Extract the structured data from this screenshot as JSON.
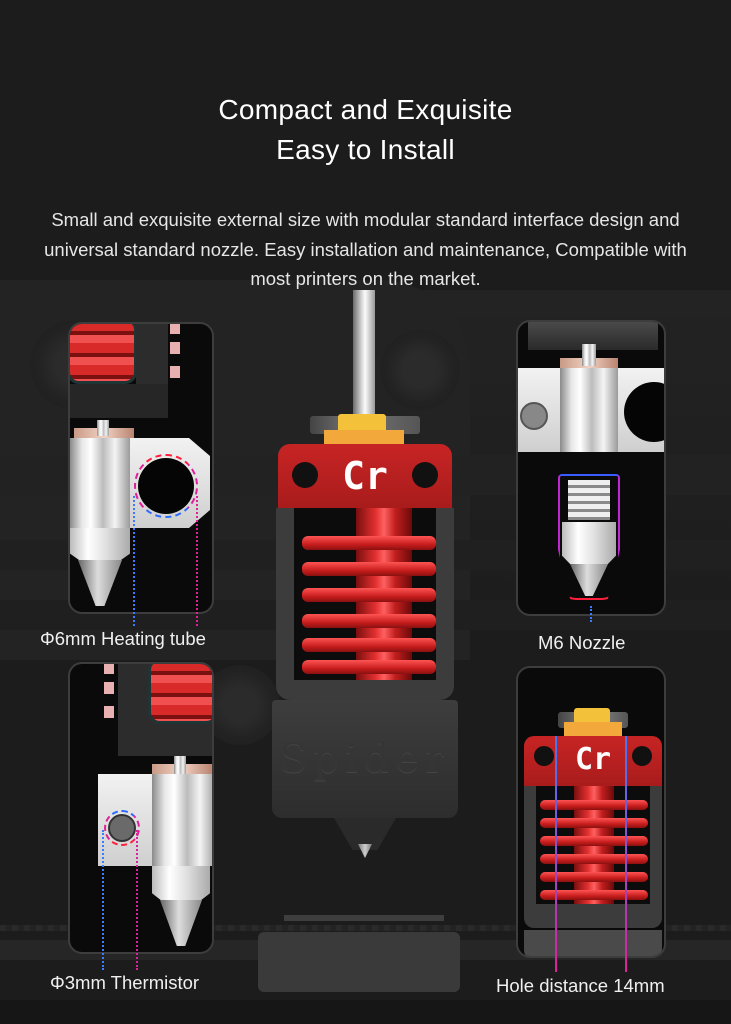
{
  "header": {
    "title_line1": "Compact and Exquisite",
    "title_line2": "Easy to Install",
    "description": "Small and exquisite external size with modular standard interface design and universal standard nozzle. Easy installation and maintenance, Compatible with most printers on the market."
  },
  "product": {
    "logo_text": "Cr",
    "brand_text": "Spider"
  },
  "features": [
    {
      "label": "Φ6mm Heating tube",
      "position": "top-left"
    },
    {
      "label": "M6 Nozzle",
      "position": "top-right"
    },
    {
      "label": "Φ3mm Thermistor",
      "position": "bottom-left"
    },
    {
      "label": "Hole distance 14mm",
      "position": "bottom-right"
    }
  ],
  "colors": {
    "background": "#1c1c1c",
    "hotend_red": "#c72424",
    "cap_yellow": "#f4c23a",
    "annotation_blue": "#2f6bff",
    "annotation_magenta": "#e0209a",
    "annotation_red": "#ff1e3c"
  }
}
